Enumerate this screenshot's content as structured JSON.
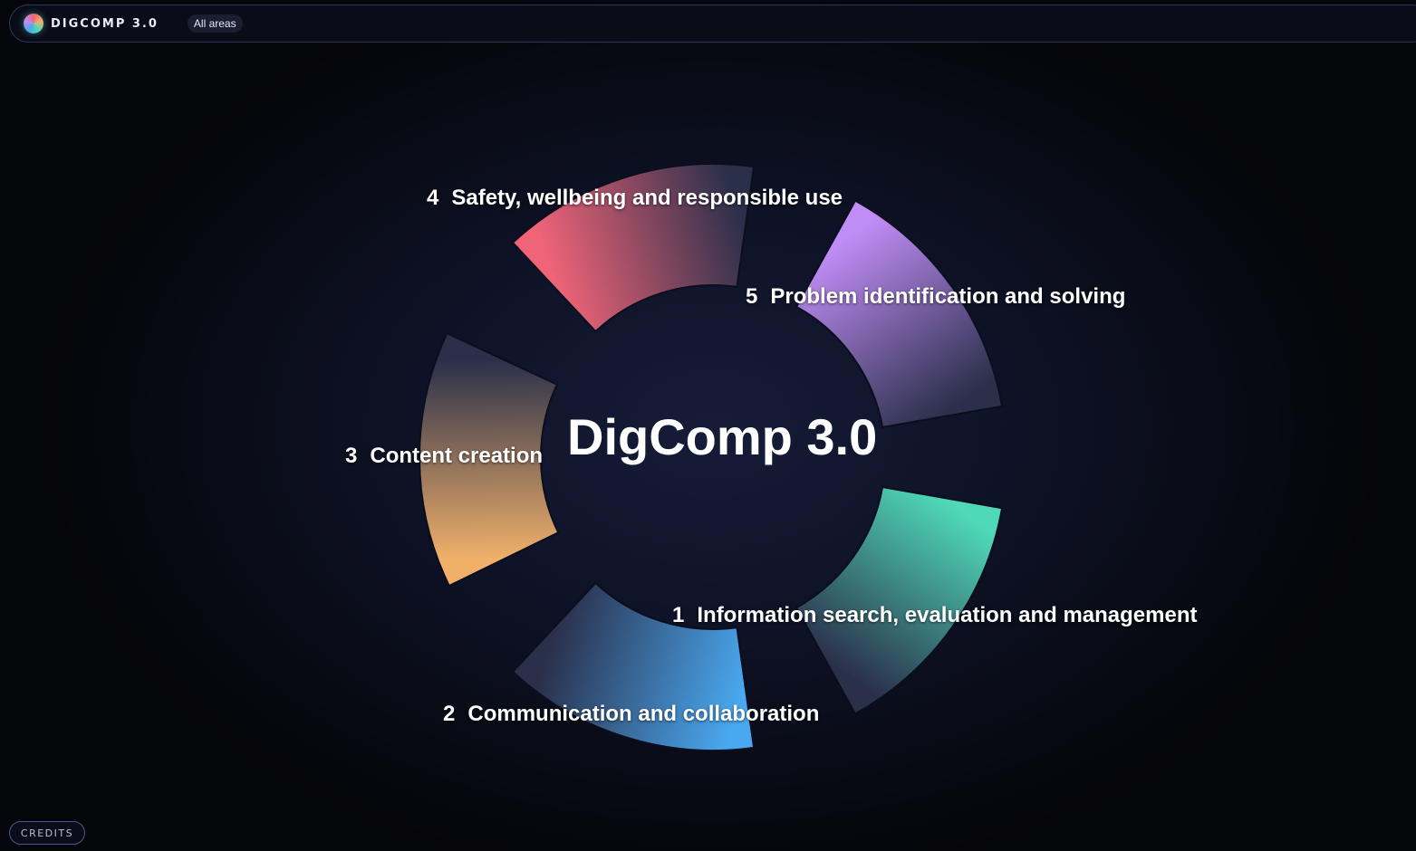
{
  "header": {
    "brand": "DIGCOMP 3.0",
    "filter": "All areas",
    "logo_icon": "color-wheel-logo-icon"
  },
  "center_title": "DigComp 3.0",
  "areas": [
    {
      "number": "1",
      "label": "Information search, evaluation and management",
      "color": "#4fd9b8"
    },
    {
      "number": "2",
      "label": "Communication and collaboration",
      "color": "#4aa8f0"
    },
    {
      "number": "3",
      "label": "Content creation",
      "color": "#f0b06a"
    },
    {
      "number": "4",
      "label": "Safety, wellbeing and responsible use",
      "color": "#f06478"
    },
    {
      "number": "5",
      "label": "Problem identification and solving",
      "color": "#c08cf5"
    }
  ],
  "footer": {
    "credits": "CREDITS"
  }
}
